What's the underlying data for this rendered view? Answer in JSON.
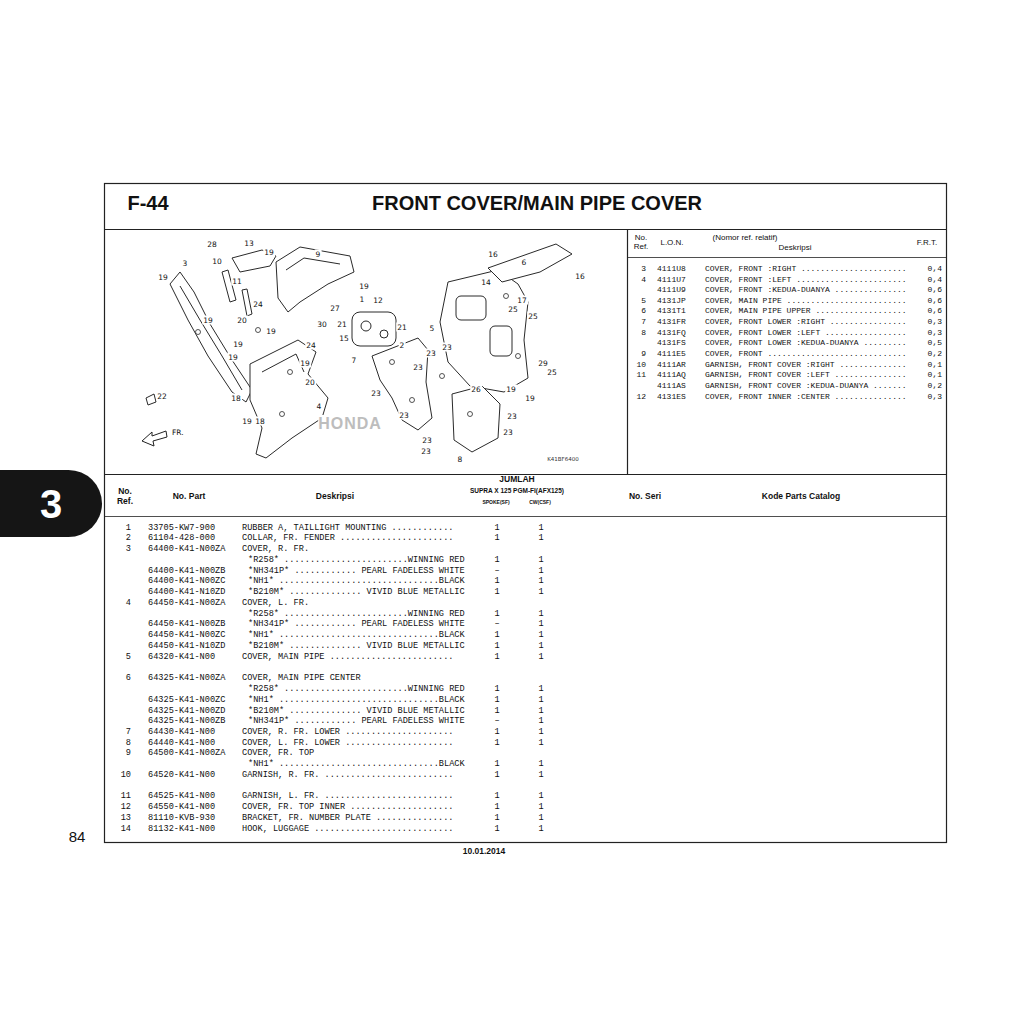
{
  "diagram": {
    "title": "FRONT COVER/MAIN PIPE COVER",
    "nodes": [
      {
        "text": [
          "3"
        ]
      }
    ],
    "labels": [
      "F-44",
      "28",
      "13",
      "19",
      "9",
      "16",
      "6",
      "10",
      "3",
      "16",
      "19",
      "11",
      "14",
      "19",
      "17",
      "1",
      "12",
      "24",
      "27",
      "25",
      "25",
      "19",
      "20",
      "30",
      "21",
      "21",
      "5",
      "19",
      "15",
      "19",
      "24",
      "2",
      "23",
      "23",
      "19",
      "7",
      "19",
      "29",
      "23",
      "25",
      "20",
      "26",
      "19",
      "23",
      "22",
      "18",
      "19",
      "4",
      "23",
      "23",
      "19",
      "18",
      "23",
      "23",
      "23",
      "8",
      "FR.",
      "HONDA",
      "K41BF6400",
      "No. Ref.",
      "L.O.N.",
      "(Nomor ref. relatif)",
      "Deskripsi",
      "F.R.T.",
      "3",
      "4111U8",
      "COVER, FRONT :RIGHT ......................",
      "0,4",
      "4",
      "4111U7",
      "COVER, FRONT :LEFT .......................",
      "0,4",
      "4111U9",
      "COVER, FRONT :KEDUA-DUANYA ...............",
      "0,6",
      "5",
      "4131JP",
      "COVER, MAIN PIPE .........................",
      "0,6",
      "6",
      "4131T1",
      "COVER, MAIN PIPE UPPER ...................",
      "0,6",
      "7",
      "4131FR",
      "COVER, FRONT LOWER :RIGHT ................",
      "0,3",
      "8",
      "4131FQ",
      "COVER, FRONT LOWER :LEFT .................",
      "0,3",
      "4131FS",
      "COVER, FRONT LOWER :KEDUA-DUANYA .........",
      "0,5",
      "9",
      "4111E5",
      "COVER, FRONT .............................",
      "0,2",
      "10",
      "4111AR",
      "GARNISH, FRONT COVER :RIGHT ..............",
      "0,1",
      "11",
      "4111AQ",
      "GARNISH, FRONT COVER :LEFT ...............",
      "0,1",
      "4111AS",
      "GARNISH, FRONT COVER :KEDUA-DUANYA .......",
      "0,2",
      "12",
      "4131ES",
      "COVER, FRONT INNER :CENTER ...............",
      "0,3",
      "No. Ref.",
      "No. Part",
      "Deskripsi",
      "JUMLAH",
      "SUPRA X 125 PGM-FI(AFX125)",
      "SPOKE(SF)",
      "CW(CSF)",
      "No. Seri",
      "Kode Parts Catalog",
      "1",
      "33705-KW7-900",
      "RUBBER A, TAILLIGHT MOUNTING ............",
      "1",
      "1",
      "2",
      "61104-428-000",
      "COLLAR, FR. FENDER ......................",
      "1",
      "1",
      "3",
      "64400-K41-N00ZA",
      "COVER, R. FR.",
      "*R258* ........................WINNING RED",
      "1",
      "1",
      "64400-K41-N00ZB",
      "*NH341P* ............ PEARL FADELESS WHITE",
      "–",
      "1",
      "64400-K41-N00ZC",
      "*NH1* ...............................BLACK",
      "1",
      "1",
      "64400-K41-N10ZD",
      "*B210M* .............. VIVID BLUE METALLIC",
      "1",
      "1",
      "4",
      "64450-K41-N00ZA",
      "COVER, L. FR.",
      "*R258* ........................WINNING RED",
      "1",
      "1",
      "64450-K41-N00ZB",
      "*NH341P* ............ PEARL FADELESS WHITE",
      "–",
      "1",
      "64450-K41-N00ZC",
      "*NH1* ...............................BLACK",
      "1",
      "1",
      "64450-K41-N10ZD",
      "*B210M* .............. VIVID BLUE METALLIC",
      "1",
      "1",
      "5",
      "64320-K41-N00",
      "COVER, MAIN PIPE ........................",
      "1",
      "1",
      "6",
      "64325-K41-N00ZA",
      "COVER, MAIN PIPE CENTER",
      "*R258* ........................WINNING RED",
      "1",
      "1",
      "64325-K41-N00ZC",
      "*NH1* ...............................BLACK",
      "1",
      "1",
      "64325-K41-N00ZD",
      "*B210M* .............. VIVID BLUE METALLIC",
      "1",
      "1",
      "64325-K41-N00ZB",
      "*NH341P* ............ PEARL FADELESS WHITE",
      "–",
      "1",
      "7",
      "64430-K41-N00",
      "COVER, R. FR. LOWER .....................",
      "1",
      "1",
      "8",
      "64440-K41-N00",
      "COVER, L. FR. LOWER .....................",
      "1",
      "1",
      "9",
      "64500-K41-N00ZA",
      "COVER, FR. TOP",
      "*NH1* ...............................BLACK",
      "1",
      "1",
      "10",
      "64520-K41-N00",
      "GARNISH, R. FR. .........................",
      "1",
      "1",
      "11",
      "64525-K41-N00",
      "GARNISH, L. FR. .........................",
      "1",
      "1",
      "12",
      "64550-K41-N00",
      "COVER, FR. TOP INNER ....................",
      "1",
      "1",
      "13",
      "81110-KVB-930",
      "BRACKET, FR. NUMBER PLATE ...............",
      "1",
      "1",
      "14",
      "81132-K41-N00",
      "HOOK, LUGGAGE ...........................",
      "1",
      "1",
      "84",
      "10.01.2014"
    ]
  }
}
